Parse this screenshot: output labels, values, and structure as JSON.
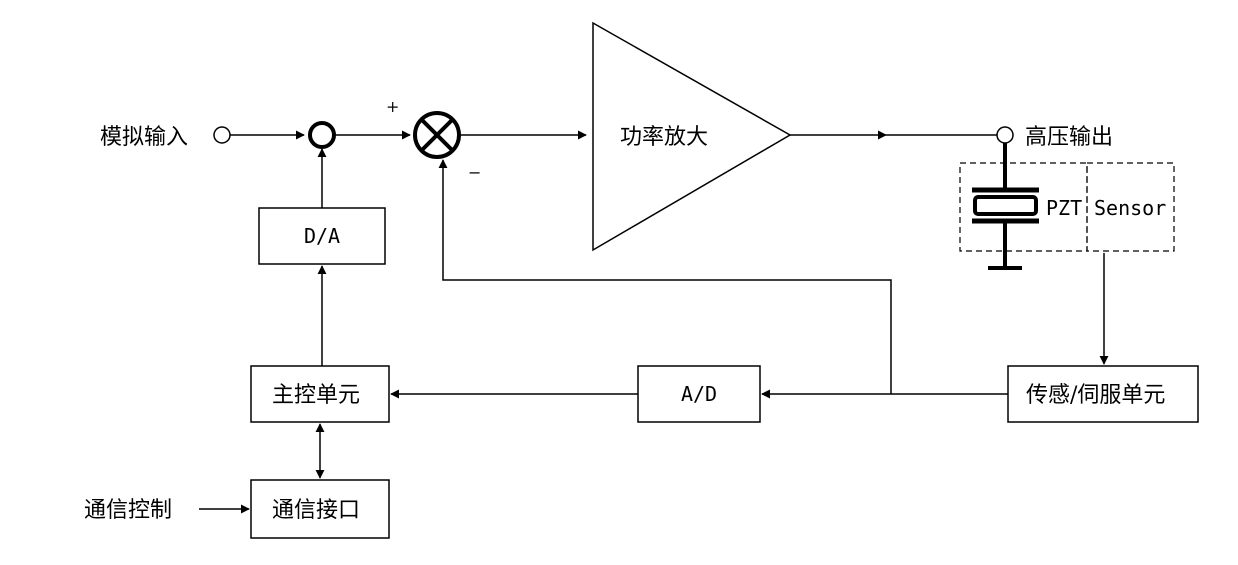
{
  "labels": {
    "analog_input": "模拟输入",
    "power_amp": "功率放大",
    "hv_output": "高压输出",
    "dac": "D/A",
    "main_control": "主控单元",
    "adc": "A/D",
    "sensor_servo": "传感/伺服单元",
    "comm_control": "通信控制",
    "comm_interface": "通信接口",
    "pzt": "PZT",
    "sensor": "Sensor",
    "plus": "+",
    "minus": "−"
  }
}
